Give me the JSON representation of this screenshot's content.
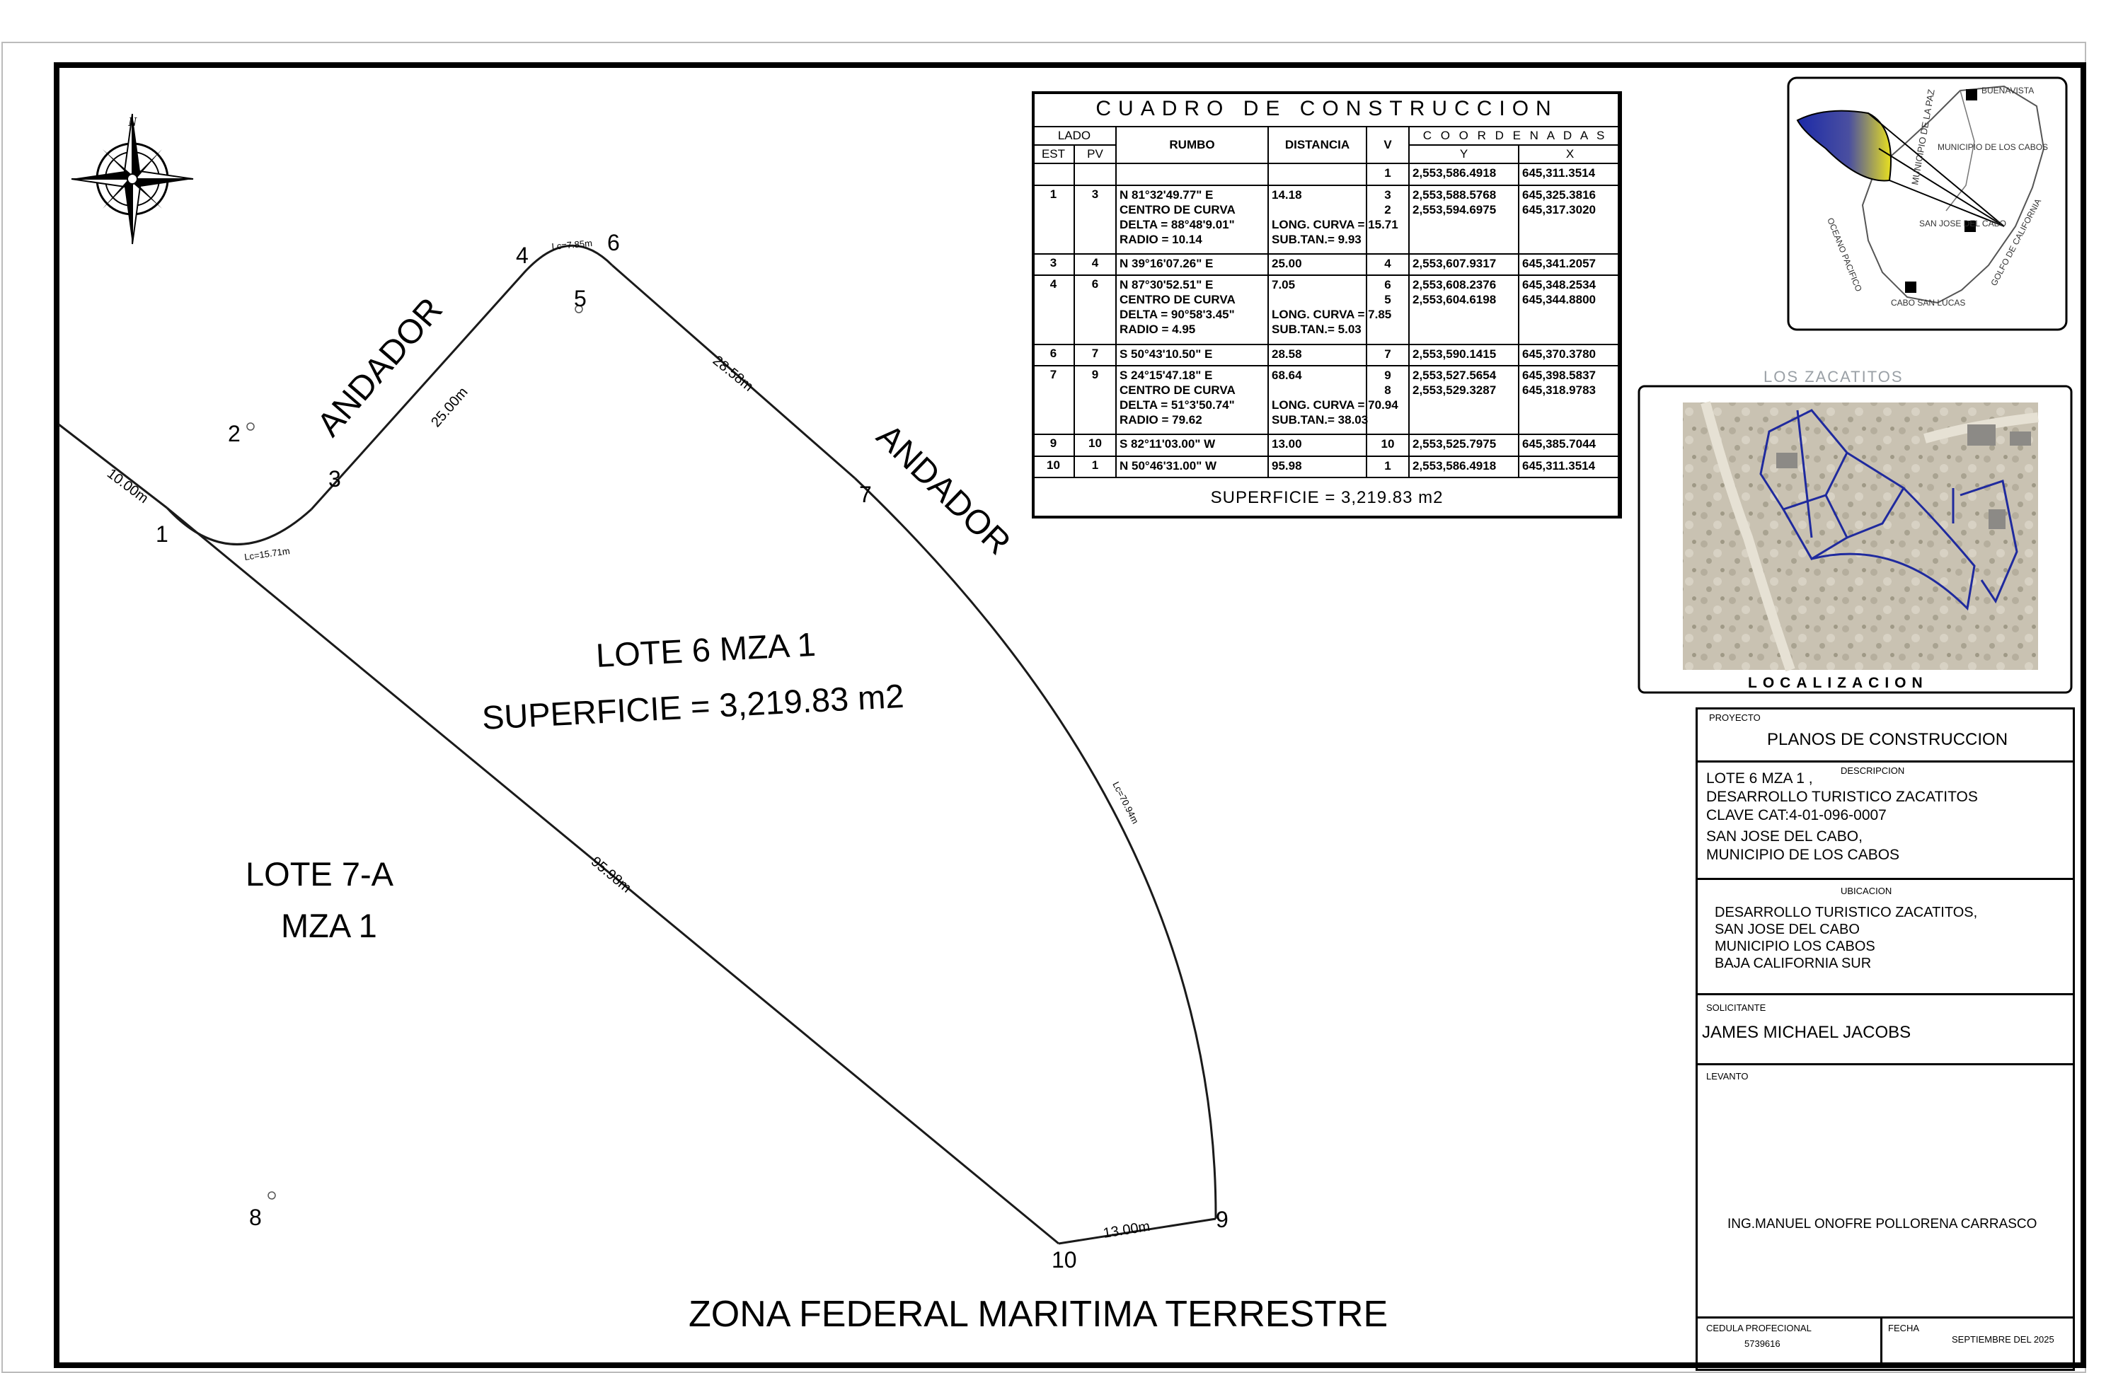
{
  "plan": {
    "lot_label_line1": "LOTE 6 MZA 1",
    "lot_label_line2": "SUPERFICIE = 3,219.83 m2",
    "neighbor_line1": "LOTE 7-A",
    "neighbor_line2": "MZA 1",
    "andador_left": "ANDADOR",
    "andador_right": "ANDADOR",
    "bottom_label": "ZONA FEDERAL MARITIMA TERRESTRE",
    "north_letter": "N",
    "points": [
      "1",
      "2",
      "3",
      "4",
      "5",
      "6",
      "7",
      "8",
      "9",
      "10"
    ],
    "dims": {
      "d_10": "10.00m",
      "lc_15": "Lc=15.71m",
      "d_25": "25.00m",
      "lc_785": "Lc=7.85m",
      "d_2858": "28.58m",
      "lc_7094": "Lc=70.94m",
      "d_9598": "95.98m",
      "d_13": "13.00m"
    }
  },
  "table": {
    "title": "CUADRO DE CONSTRUCCION",
    "h_lado": "LADO",
    "h_est": "EST",
    "h_pv": "PV",
    "h_rumbo": "RUMBO",
    "h_dist": "DISTANCIA",
    "h_v": "V",
    "h_coord": "C O O R D E N A D A S",
    "h_y": "Y",
    "h_x": "X",
    "rows": [
      {
        "est": "",
        "pv": "",
        "rumbo": [
          ""
        ],
        "dist": [
          ""
        ],
        "v": [
          "1"
        ],
        "y": [
          "2,553,586.4918"
        ],
        "x": [
          "645,311.3514"
        ]
      },
      {
        "est": "1",
        "pv": "3",
        "rumbo": [
          "N 81°32'49.77\" E",
          "CENTRO DE CURVA",
          "DELTA = 88°48'9.01\"",
          "RADIO = 10.14"
        ],
        "dist": [
          "14.18",
          "",
          "LONG. CURVA = 15.71",
          "SUB.TAN.= 9.93"
        ],
        "v": [
          "3",
          "2",
          "",
          ""
        ],
        "y": [
          "2,553,588.5768",
          "2,553,594.6975",
          "",
          ""
        ],
        "x": [
          "645,325.3816",
          "645,317.3020",
          "",
          ""
        ]
      },
      {
        "est": "3",
        "pv": "4",
        "rumbo": [
          "N 39°16'07.26\" E"
        ],
        "dist": [
          "25.00"
        ],
        "v": [
          "4"
        ],
        "y": [
          "2,553,607.9317"
        ],
        "x": [
          "645,341.2057"
        ]
      },
      {
        "est": "4",
        "pv": "6",
        "rumbo": [
          "N 87°30'52.51\" E",
          "CENTRO DE CURVA",
          "DELTA = 90°58'3.45\"",
          "RADIO = 4.95"
        ],
        "dist": [
          "7.05",
          "",
          "LONG. CURVA = 7.85",
          "SUB.TAN.= 5.03"
        ],
        "v": [
          "6",
          "5",
          "",
          ""
        ],
        "y": [
          "2,553,608.2376",
          "2,553,604.6198",
          "",
          ""
        ],
        "x": [
          "645,348.2534",
          "645,344.8800",
          "",
          ""
        ]
      },
      {
        "est": "6",
        "pv": "7",
        "rumbo": [
          "S 50°43'10.50\" E"
        ],
        "dist": [
          "28.58"
        ],
        "v": [
          "7"
        ],
        "y": [
          "2,553,590.1415"
        ],
        "x": [
          "645,370.3780"
        ]
      },
      {
        "est": "7",
        "pv": "9",
        "rumbo": [
          "S 24°15'47.18\" E",
          "CENTRO DE CURVA",
          "DELTA = 51°3'50.74\"",
          "RADIO = 79.62"
        ],
        "dist": [
          "68.64",
          "",
          "LONG. CURVA = 70.94",
          "SUB.TAN.= 38.03"
        ],
        "v": [
          "9",
          "8",
          "",
          ""
        ],
        "y": [
          "2,553,527.5654",
          "2,553,529.3287",
          "",
          ""
        ],
        "x": [
          "645,398.5837",
          "645,318.9783",
          "",
          ""
        ]
      },
      {
        "est": "9",
        "pv": "10",
        "rumbo": [
          "S 82°11'03.00\" W"
        ],
        "dist": [
          "13.00"
        ],
        "v": [
          "10"
        ],
        "y": [
          "2,553,525.7975"
        ],
        "x": [
          "645,385.7044"
        ]
      },
      {
        "est": "10",
        "pv": "1",
        "rumbo": [
          "N 50°46'31.00\" W"
        ],
        "dist": [
          "95.98"
        ],
        "v": [
          "1"
        ],
        "y": [
          "2,553,586.4918"
        ],
        "x": [
          "645,311.3514"
        ]
      }
    ],
    "superficie": "SUPERFICIE = 3,219.83 m2"
  },
  "location_map": {
    "buenavista": "BUENAVISTA",
    "la_paz": "MUNICIPIO DE LA PAZ",
    "los_cabos": "MUNICIPIO DE LOS CABOS",
    "san_jose": "SAN JOSE DEL CABO",
    "golfo": "GOLFO DE CALIFORNIA",
    "oceano": "OCEANO PACIFICO",
    "cabo_san_lucas": "CABO SAN LUCAS"
  },
  "aerial": {
    "title": "LOS ZACATITOS",
    "caption": "LOCALIZACION"
  },
  "title_block": {
    "proyecto_label": "PROYECTO",
    "proyecto": "PLANOS DE CONSTRUCCION",
    "descripcion_label": "DESCRIPCION",
    "descripcion": "LOTE 6 MZA 1 ,\nDESARROLLO TURISTICO ZACATITOS\nCLAVE CAT:4-01-096-0007",
    "descripcion2": "SAN JOSE DEL CABO,\nMUNICIPIO DE LOS CABOS",
    "ubicacion_label": "UBICACION",
    "ubicacion": "DESARROLLO TURISTICO ZACATITOS,\nSAN JOSE DEL CABO\nMUNICIPIO LOS CABOS\nBAJA CALIFORNIA SUR",
    "solicitante_label": "SOLICITANTE",
    "solicitante": "JAMES MICHAEL JACOBS",
    "levanto_label": "LEVANTO",
    "levanto": "ING.MANUEL ONOFRE POLLORENA CARRASCO",
    "cedula_label": "CEDULA PROFECIONAL",
    "cedula": "5739616",
    "fecha_label": "FECHA",
    "fecha": "SEPTIEMBRE DEL 2025"
  },
  "colors": {
    "ink": "#000000",
    "lot_line": "#1a1a1a",
    "parcel_blue": "#1f2a9e",
    "gradient_yellow": "#e8e020",
    "gradient_blue": "#1c2aa8"
  }
}
